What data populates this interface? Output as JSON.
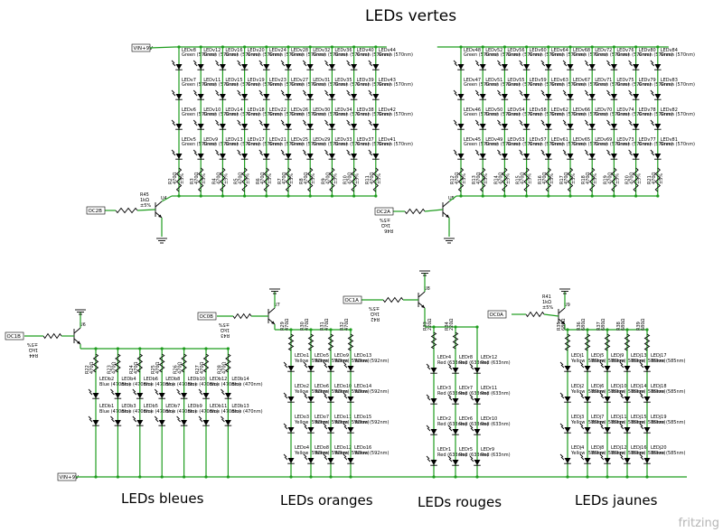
{
  "titles": {
    "green": "LEDs vertes",
    "blue": "LEDs bleues",
    "orange": "LEDs oranges",
    "red": "LEDs rouges",
    "yellow": "LEDs jaunes"
  },
  "watermark": "fritzing",
  "nets": {
    "vin_top": "VIN+9V",
    "vin_bottom": "VIN+9V",
    "oc2b": "OC2B",
    "oc2a": "OC2A",
    "oc1b": "OC1B",
    "oc0b": "OC0B",
    "oc1a": "OC1A",
    "oc0a": "OC0A"
  },
  "colors": {
    "wire": "#1f9d1f",
    "component": "#000000"
  },
  "green_left": {
    "transistor": "U4",
    "resistor": [
      "R45",
      "1kΩ",
      "±5%"
    ],
    "rows": [
      [
        "LEDv8",
        "LEDv12",
        "LEDv16",
        "LEDv20",
        "LEDv24",
        "LEDv28",
        "LEDv32",
        "LEDv36",
        "LEDv40",
        "LEDv44"
      ],
      [
        "LEDv7",
        "LEDv11",
        "LEDv15",
        "LEDv19",
        "LEDv23",
        "LEDv27",
        "LEDv31",
        "LEDv35",
        "LEDv39",
        "LEDv43"
      ],
      [
        "LEDv6",
        "LEDv10",
        "LEDv14",
        "LEDv18",
        "LEDv22",
        "LEDv26",
        "LEDv30",
        "LEDv34",
        "LEDv38",
        "LEDv42"
      ],
      [
        "LEDv5",
        "LEDv9",
        "LEDv13",
        "LEDv17",
        "LEDv21",
        "LEDv25",
        "LEDv29",
        "LEDv33",
        "LEDv37",
        "LEDv41"
      ]
    ],
    "resistors": [
      "R2",
      "R3",
      "R4",
      "R5",
      "R6",
      "R7",
      "R8",
      "R9",
      "R10",
      "R11"
    ]
  },
  "green_right": {
    "transistor": "U5",
    "resistor": [
      "R46",
      "1kΩ",
      "±5%"
    ],
    "rows": [
      [
        "LEDv48",
        "LEDv52",
        "LEDv56",
        "LEDv60",
        "LEDv64",
        "LEDv68",
        "LEDv72",
        "LEDv76",
        "LEDv80",
        "LEDv84"
      ],
      [
        "LEDv47",
        "LEDv51",
        "LEDv55",
        "LEDv59",
        "LEDv63",
        "LEDv67",
        "LEDv71",
        "LEDv75",
        "LEDv79",
        "LEDv83"
      ],
      [
        "LEDv46",
        "LEDv50",
        "LEDv54",
        "LEDv58",
        "LEDv62",
        "LEDv66",
        "LEDv70",
        "LEDv74",
        "LEDv78",
        "LEDv82"
      ],
      [
        "LEDv45",
        "LEDv49",
        "LEDv53",
        "LEDv57",
        "LEDv61",
        "LEDv65",
        "LEDv69",
        "LEDv73",
        "LEDv77",
        "LEDv81"
      ]
    ],
    "resistors": [
      "R12",
      "R13",
      "R14",
      "R15",
      "R16",
      "R17",
      "R18",
      "R19",
      "R20",
      "R21"
    ]
  },
  "green_spec": "Green (570nm)",
  "green_res": [
    "470Ω",
    "±5%"
  ],
  "blue": {
    "transistor": "U6",
    "resistor": [
      "R44",
      "1kΩ",
      "±5%"
    ],
    "resistors": [
      "R22",
      "R23",
      "R24",
      "R25",
      "R26",
      "R27",
      "R28"
    ],
    "res_value": "470Ω",
    "rows": [
      [
        "LEDb2",
        "LEDb4",
        "LEDb6",
        "LEDb8",
        "LEDb10",
        "LEDb12",
        "LEDb14"
      ],
      [
        "LEDb1",
        "LEDb3",
        "LEDb5",
        "LEDb7",
        "LEDb9",
        "LEDb11",
        "LEDb13"
      ]
    ],
    "spec": "Blue (470nm)"
  },
  "orange": {
    "transistor": "U7",
    "resistor": [
      "R43",
      "1kΩ",
      "±5%"
    ],
    "net": "OC0B",
    "resistors": [
      "R29",
      "R30",
      "R31",
      "R32"
    ],
    "res_value": "470Ω",
    "rows": [
      [
        "LEDo1",
        "LEDo5",
        "LEDo9",
        "LEDo13"
      ],
      [
        "LEDo2",
        "LEDo6",
        "LEDo10",
        "LEDo14"
      ],
      [
        "LEDo3",
        "LEDo7",
        "LEDo11",
        "LEDo15"
      ],
      [
        "LEDo4",
        "LEDo8",
        "LEDo12",
        "LEDo16"
      ]
    ],
    "spec": "Yellow (592nm)"
  },
  "red": {
    "transistor": "U8",
    "resistor": [
      "R42",
      "1kΩ",
      "±5%"
    ],
    "resistors": [
      "R33",
      "R34"
    ],
    "res_value": "220Ω",
    "rows": [
      [
        "LEDr4",
        "LEDr8",
        "LEDr12"
      ],
      [
        "LEDr3",
        "LEDr7",
        "LEDr11"
      ],
      [
        "LEDr2",
        "LEDr6",
        "LEDr10"
      ],
      [
        "LEDr1",
        "LEDr5",
        "LEDr9"
      ]
    ],
    "spec": "Red (633nm)"
  },
  "yellow": {
    "transistor": "U9",
    "resistor": [
      "R41",
      "1kΩ",
      "±5%"
    ],
    "resistors": [
      "R35",
      "R36",
      "R37",
      "R38",
      "R39",
      "R40"
    ],
    "res_value": "680Ω",
    "rows": [
      [
        "LEDj1",
        "LEDj5",
        "LEDj9",
        "LEDj13",
        "LEDj17"
      ],
      [
        "LEDj2",
        "LEDj6",
        "LEDj10",
        "LEDj14",
        "LEDj18"
      ],
      [
        "LEDj3",
        "LEDj7",
        "LEDj11",
        "LEDj15",
        "LEDj19"
      ],
      [
        "LEDj4",
        "LEDj8",
        "LEDj12",
        "LEDj16",
        "LEDj20"
      ]
    ],
    "spec": "Yellow (585nm)"
  }
}
